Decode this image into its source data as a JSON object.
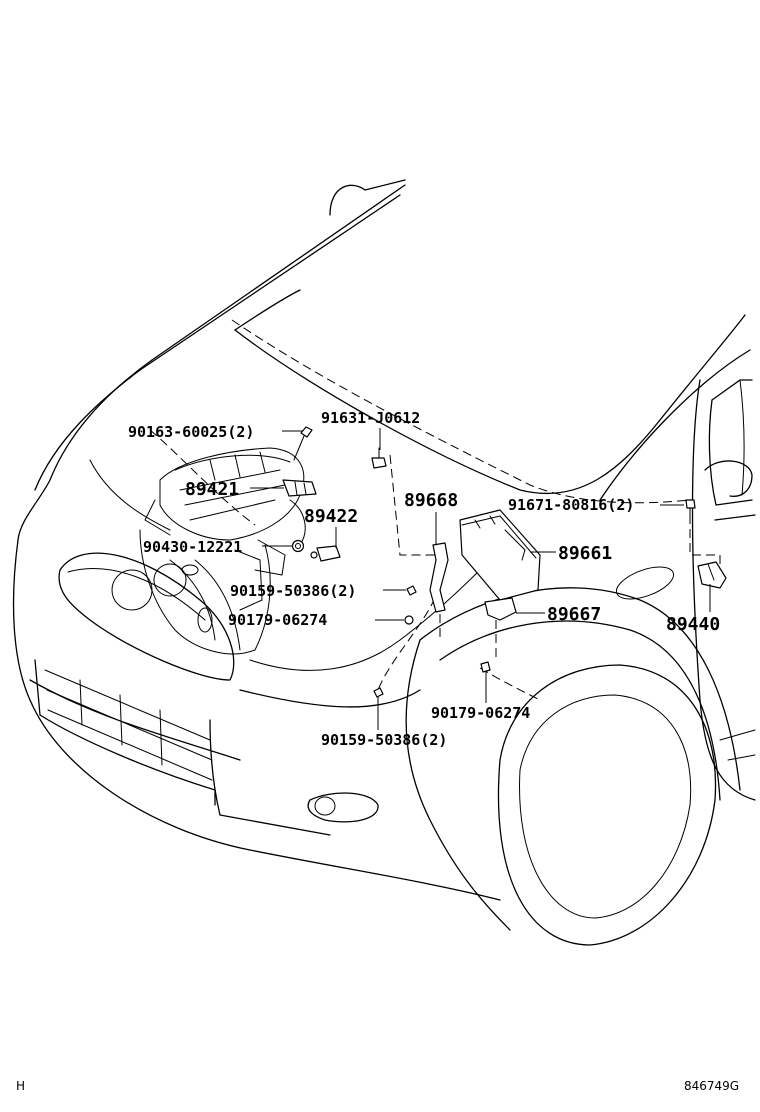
{
  "diagram": {
    "part_labels": {
      "p91631": "91631-J0612",
      "p90163": "90163-60025(2)",
      "p89421": "89421",
      "p89668": "89668",
      "p91671": "91671-80816(2)",
      "p89422": "89422",
      "p90430": "90430-12221",
      "p89661": "89661",
      "p90159a": "90159-50386(2)",
      "p89667": "89667",
      "p90179a": "90179-06274",
      "p89440": "89440",
      "p90179b": "90179-06274",
      "p90159b": "90159-50386(2)"
    },
    "corner_left": "H",
    "illustration_code": "846749G"
  }
}
